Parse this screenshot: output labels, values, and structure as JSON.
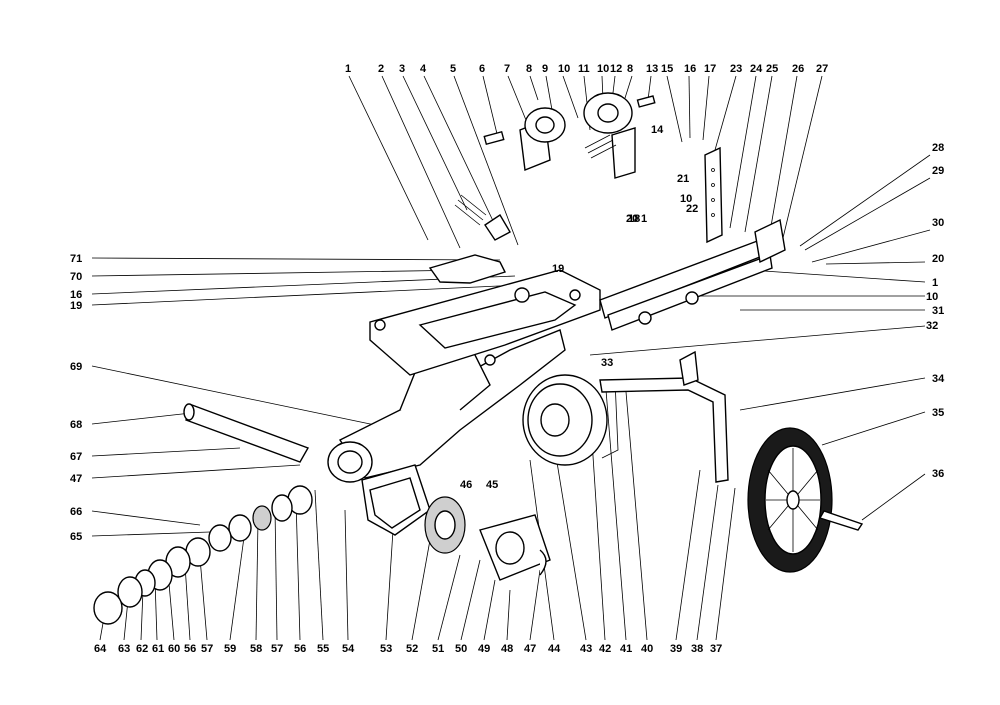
{
  "callouts": {
    "top": [
      "1",
      "2",
      "3",
      "4",
      "5",
      "6",
      "7",
      "8",
      "9",
      "10",
      "11",
      "10",
      "12",
      "8",
      "13",
      "15",
      "16",
      "17",
      "23",
      "24",
      "25",
      "26",
      "27"
    ],
    "right": [
      "28",
      "29",
      "30",
      "20",
      "1",
      "10",
      "31",
      "32",
      "34",
      "35",
      "36"
    ],
    "left": [
      "71",
      "70",
      "16",
      "19",
      "69",
      "68",
      "67",
      "47",
      "66",
      "65"
    ],
    "bottom": [
      "64",
      "63",
      "62",
      "61",
      "60",
      "56",
      "57",
      "59",
      "58",
      "57",
      "56",
      "55",
      "54",
      "53",
      "52",
      "51",
      "50",
      "49",
      "48",
      "47",
      "44",
      "43",
      "42",
      "41",
      "40",
      "39",
      "38",
      "37"
    ],
    "inner": [
      "14",
      "21",
      "10",
      "22",
      "18",
      "1",
      "20",
      "19",
      "33",
      "46",
      "45"
    ]
  },
  "colors": {
    "ink": "#000000",
    "paper": "#ffffff",
    "tire": "#1a1a1a"
  }
}
